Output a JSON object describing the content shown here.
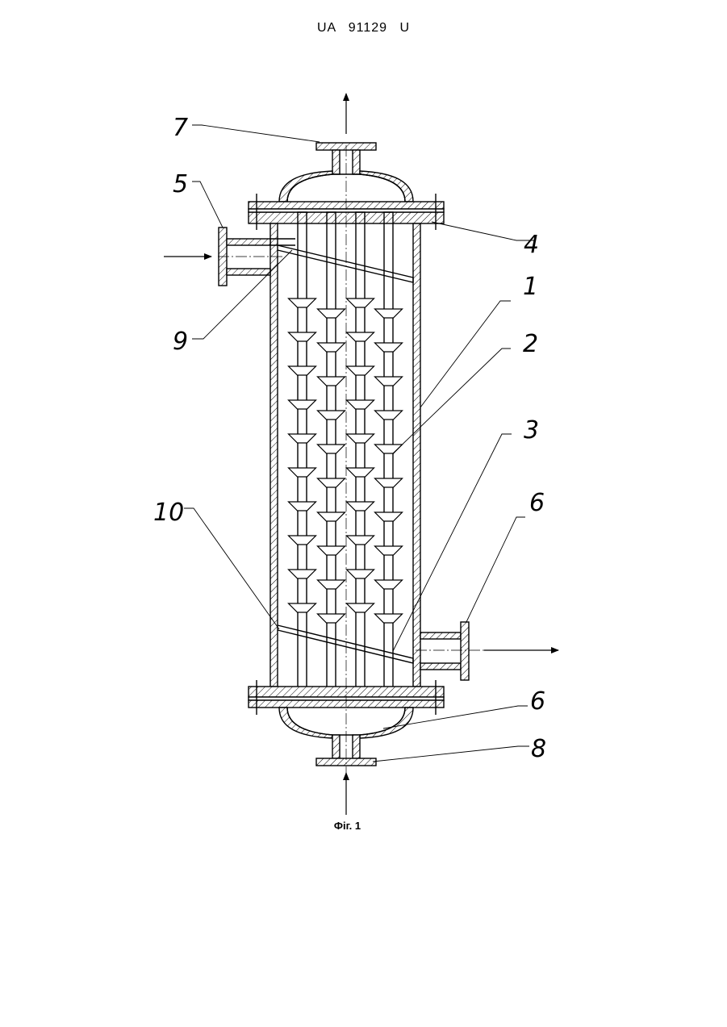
{
  "header": {
    "patent_number": "UA 91129 U"
  },
  "figure": {
    "caption": "Фіг. 1",
    "labels": [
      "7",
      "5",
      "4",
      "1",
      "9",
      "2",
      "3",
      "10",
      "6",
      "6",
      "8"
    ]
  },
  "colors": {
    "ink": "#000000",
    "paper": "#ffffff"
  }
}
